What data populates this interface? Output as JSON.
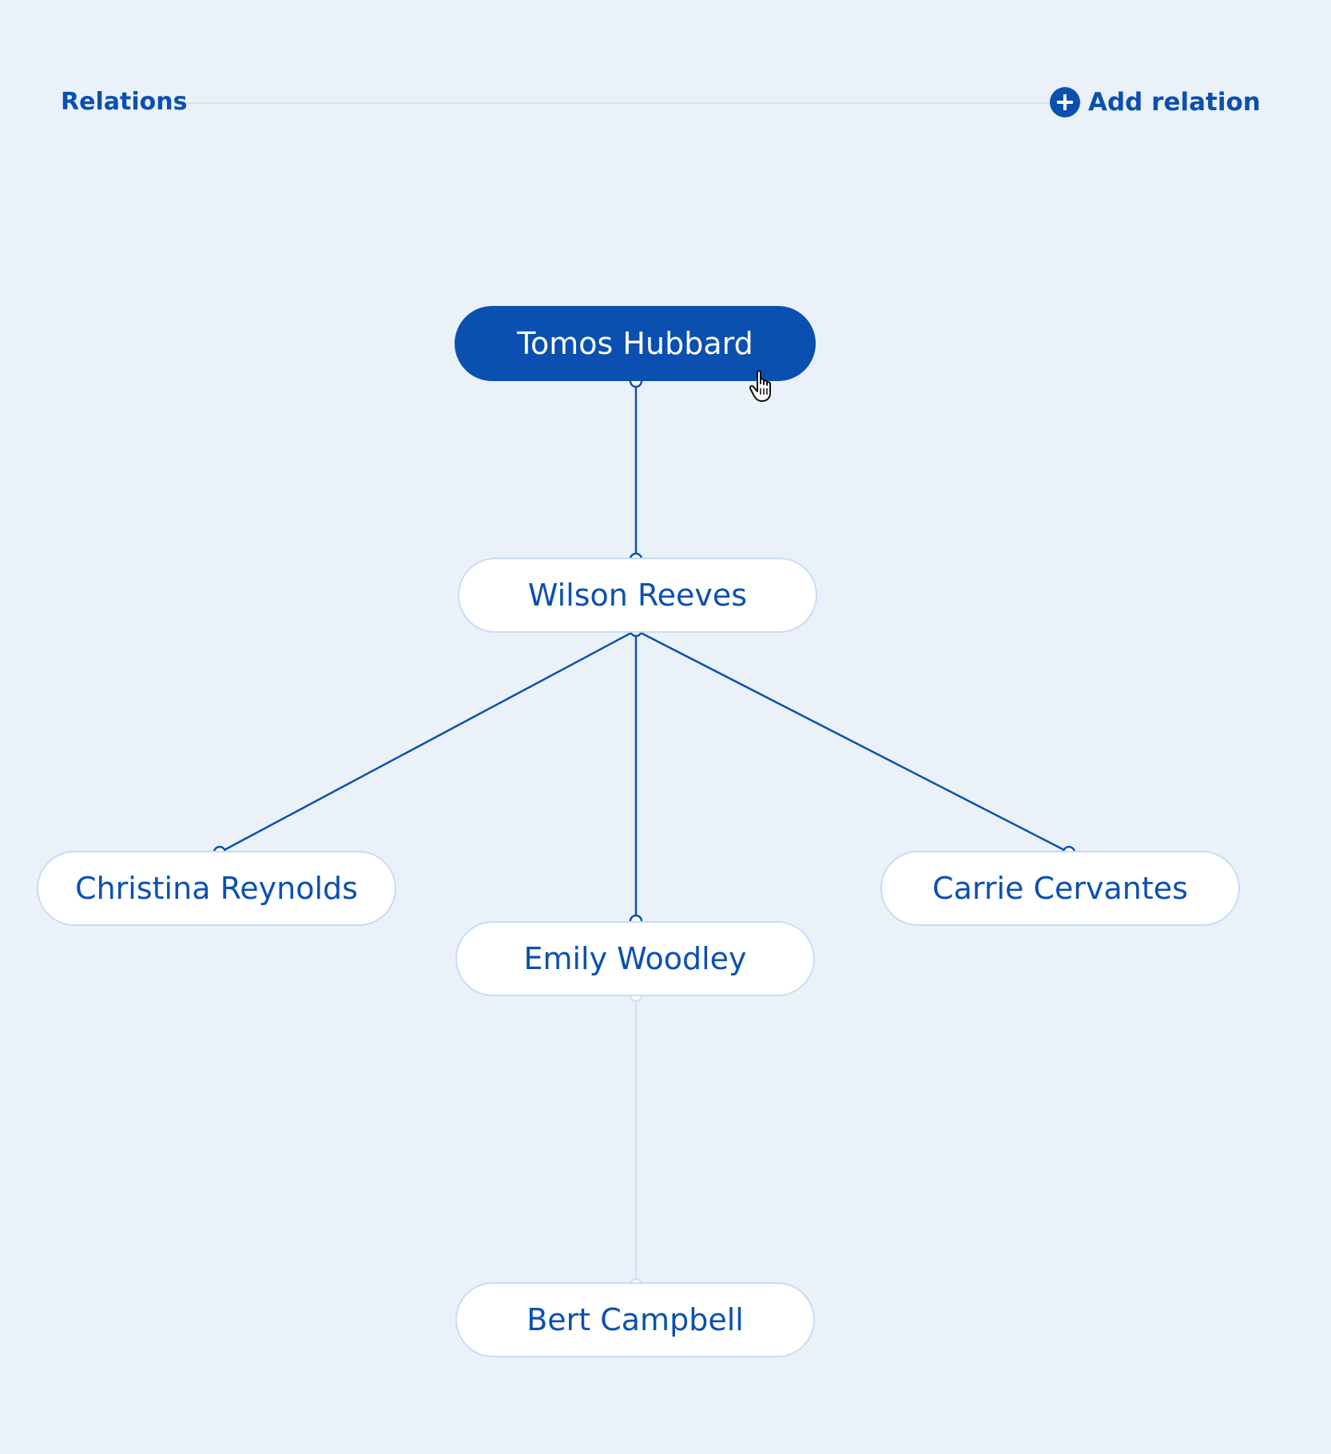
{
  "header": {
    "title": "Relations",
    "add_label": "Add relation"
  },
  "colors": {
    "background": "#EAF1F9",
    "accent": "#0B50B0",
    "node_border": "#C9DCF5",
    "faded_edge": "#D3E1F3"
  },
  "icons": {
    "add": "plus-circle-icon",
    "pointer": "hand-pointer-icon"
  },
  "nodes": [
    {
      "id": "tomos",
      "label": "Tomos Hubbard",
      "selected": true
    },
    {
      "id": "wilson",
      "label": "Wilson Reeves"
    },
    {
      "id": "christina",
      "label": "Christina Reynolds"
    },
    {
      "id": "emily",
      "label": "Emily Woodley"
    },
    {
      "id": "carrie",
      "label": "Carrie Cervantes"
    },
    {
      "id": "bert",
      "label": "Bert Campbell"
    }
  ],
  "edges": [
    {
      "from": "tomos",
      "to": "wilson"
    },
    {
      "from": "wilson",
      "to": "christina"
    },
    {
      "from": "wilson",
      "to": "emily"
    },
    {
      "from": "wilson",
      "to": "carrie"
    },
    {
      "from": "emily",
      "to": "bert",
      "faded": true
    }
  ]
}
